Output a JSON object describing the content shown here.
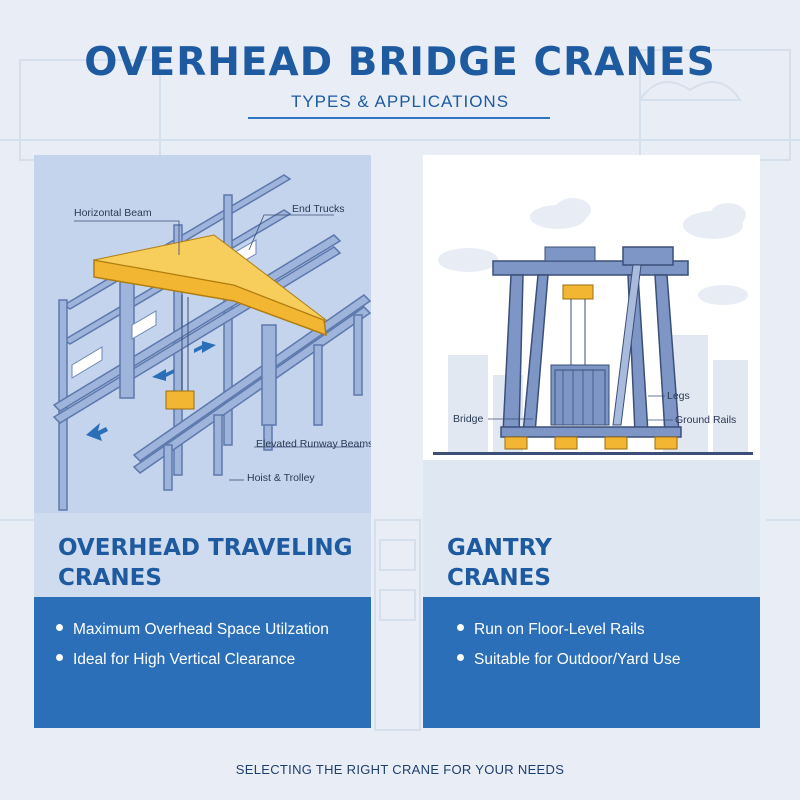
{
  "header": {
    "title": "OVERHEAD BRIDGE CRANES",
    "subtitle": "TYPES & APPLICATIONS"
  },
  "panels": [
    {
      "title_line1": "OVERHEAD TRAVELING",
      "title_line2": "CRANES",
      "labels": {
        "horizontal_beam": "Horizontal Beam",
        "end_trucks": "End Trucks",
        "elevated_runway_beams": "Elevated Runway Beams",
        "hoist_trolley": "Hoist & Trolley"
      },
      "bullets": [
        "Maximum Overhead Space Utilzation",
        "Ideal for High Vertical Clearance"
      ]
    },
    {
      "title_line1": "GANTRY",
      "title_line2": "CRANES",
      "labels": {
        "legs": "Legs",
        "bridge": "Bridge",
        "ground_rails": "Ground Rails"
      },
      "bullets": [
        "Run on Floor-Level Rails",
        "Suitable for Outdoor/Yard Use"
      ]
    }
  ],
  "footer": "SELECTING THE RIGHT CRANE FOR YOUR NEEDS",
  "colors": {
    "accent": "#1d5aa0",
    "band": "#2b6fb8",
    "steel": "#7d96c6",
    "crane_yellow": "#f2b632"
  },
  "icons": [
    "bullet-dot-icon",
    "arrow-icon",
    "cloud-icon"
  ]
}
